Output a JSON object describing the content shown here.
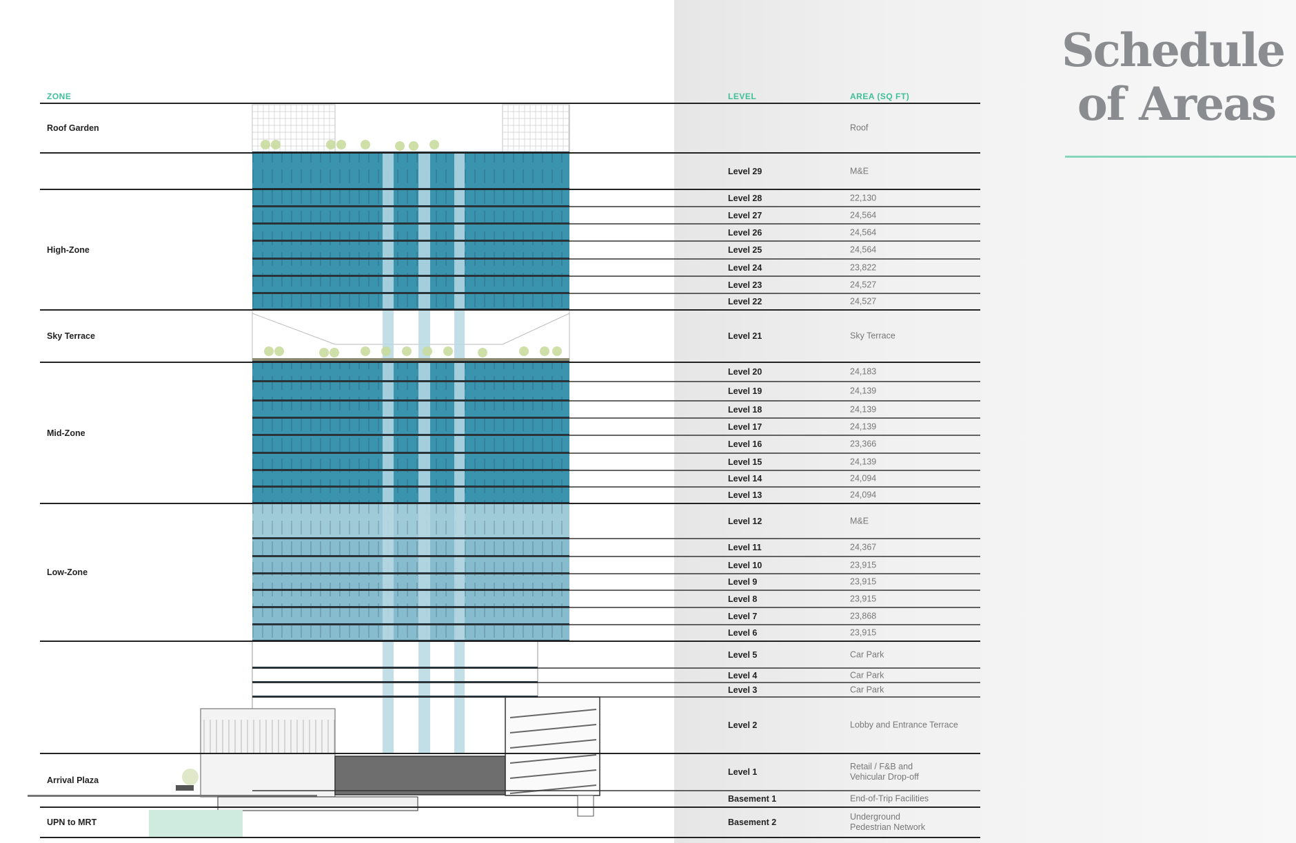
{
  "title": {
    "line1": "Schedule",
    "line2": "of Areas"
  },
  "headers": {
    "zone": "ZONE",
    "level": "LEVEL",
    "area": "AREA (SQ FT)"
  },
  "colors": {
    "accent": "#3fbf98",
    "tower": "#3a94ae",
    "tower_low": "#86bccd",
    "core": "#b7d8e3",
    "mrt": "#cfeadf"
  },
  "zones": [
    {
      "label": "Roof Garden"
    },
    {
      "label": ""
    },
    {
      "label": "High-Zone"
    },
    {
      "label": "Sky Terrace"
    },
    {
      "label": "Mid-Zone"
    },
    {
      "label": "Low-Zone"
    },
    {
      "label": ""
    },
    {
      "label": "Arrival Plaza"
    },
    {
      "label": "UPN to MRT"
    }
  ],
  "rows": [
    {
      "level": "",
      "area": "Roof"
    },
    {
      "level": "Level 29",
      "area": "M&E"
    },
    {
      "level": "Level 28",
      "area": "22,130"
    },
    {
      "level": "Level 27",
      "area": "24,564"
    },
    {
      "level": "Level 26",
      "area": "24,564"
    },
    {
      "level": "Level 25",
      "area": "24,564"
    },
    {
      "level": "Level 24",
      "area": "23,822"
    },
    {
      "level": "Level 23",
      "area": "24,527"
    },
    {
      "level": "Level 22",
      "area": "24,527"
    },
    {
      "level": "Level 21",
      "area": "Sky Terrace"
    },
    {
      "level": "Level 20",
      "area": "24,183"
    },
    {
      "level": "Level 19",
      "area": "24,139"
    },
    {
      "level": "Level 18",
      "area": "24,139"
    },
    {
      "level": "Level 17",
      "area": "24,139"
    },
    {
      "level": "Level 16",
      "area": "23,366"
    },
    {
      "level": "Level 15",
      "area": "24,139"
    },
    {
      "level": "Level 14",
      "area": "24,094"
    },
    {
      "level": "Level 13",
      "area": "24,094"
    },
    {
      "level": "Level 12",
      "area": "M&E"
    },
    {
      "level": "Level 11",
      "area": "24,367"
    },
    {
      "level": "Level 10",
      "area": "23,915"
    },
    {
      "level": "Level 9",
      "area": "23,915"
    },
    {
      "level": "Level 8",
      "area": "23,915"
    },
    {
      "level": "Level 7",
      "area": "23,868"
    },
    {
      "level": "Level 6",
      "area": "23,915"
    },
    {
      "level": "Level 5",
      "area": "Car Park"
    },
    {
      "level": "Level 4",
      "area": "Car Park"
    },
    {
      "level": "Level 3",
      "area": "Car Park"
    },
    {
      "level": "Level 2",
      "area": "Lobby and Entrance Terrace"
    },
    {
      "level": "Level 1",
      "area": "Retail / F&B and\nVehicular Drop-off"
    },
    {
      "level": "Basement 1",
      "area": "End-of-Trip Facilities"
    },
    {
      "level": "Basement 2",
      "area": "Underground\nPedestrian Network"
    }
  ]
}
